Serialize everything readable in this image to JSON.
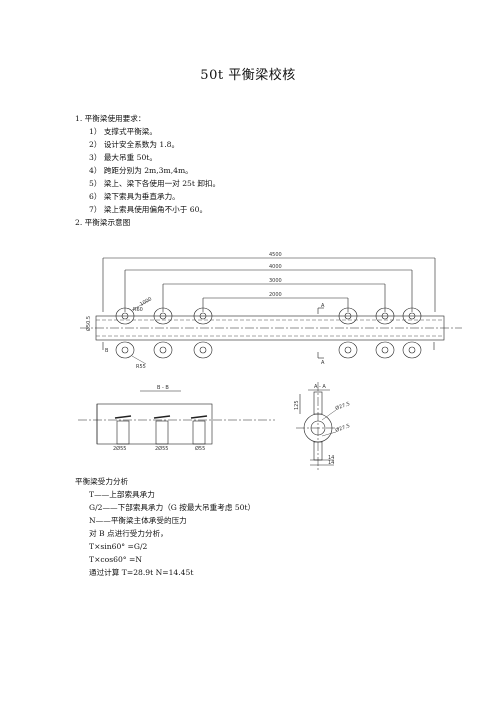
{
  "title": "50t 平衡梁校核",
  "section1": {
    "heading": "1.   平衡梁使用要求：",
    "items": [
      "1）  支撑式平衡梁。",
      "2）  设计安全系数为 1.8。",
      "3）  最大吊重 50t。",
      "4）  跨距分别为 2m,3m,4m。",
      "5）  梁上、梁下各使用一对 25t 卸扣。",
      "6）  梁下索具为垂直承力。",
      "7）  梁上索具使用偏角不小于 60。"
    ]
  },
  "section2": {
    "heading": "2.   平衡梁示意图"
  },
  "drawing": {
    "dims": [
      "4500",
      "4000",
      "3000",
      "2000"
    ],
    "side_labels": [
      "Ø50.5",
      "R60",
      "1000",
      "R55"
    ],
    "marks": [
      "A",
      "A",
      "B"
    ],
    "section_bb_title": "B - B",
    "section_bb_dims": [
      "2Ø55",
      "2Ø55",
      "Ø55"
    ],
    "section_aa_title": "A - A",
    "section_aa_dims": [
      "125",
      "Ø27.5",
      "Ø27.5",
      "14",
      "14"
    ]
  },
  "analysis": {
    "heading": "平衡梁受力分析",
    "lines": [
      "T——上部索具承力",
      "G/2——下部索具承力（G 按最大吊重考虑 50t）",
      "N——平衡梁主体承受的压力",
      "对 B 点进行受力分析，",
      "T×sin60°  =G/2",
      "T×cos60°  =N",
      "通过计算 T=28.9t        N=14.45t"
    ]
  }
}
